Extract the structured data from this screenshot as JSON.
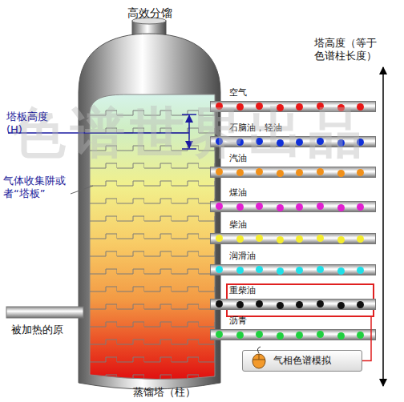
{
  "diagram": {
    "title": "高效分馏",
    "caption": "蒸馏塔（柱）",
    "nodes": [
      {
        "text": [
          "空气"
        ]
      },
      {
        "text": [
          "石脑油，轻油"
        ]
      },
      {
        "text": [
          "汽油"
        ]
      },
      {
        "text": [
          "煤油"
        ]
      },
      {
        "text": [
          "柴油"
        ]
      },
      {
        "text": [
          "润滑油"
        ]
      },
      {
        "text": [
          "重柴油"
        ]
      },
      {
        "text": [
          "沥青"
        ]
      },
      {
        "text": [
          "气相色谱模拟"
        ]
      }
    ],
    "edges": [
      {
        "from": 6,
        "to": 8,
        "arrow": "none"
      }
    ],
    "labels": [
      "色谱世界出品",
      "塔高度（等于色谱柱长度）",
      "塔板高度 (H)",
      "气体收集阱或者“塔板”",
      "被加热的原"
    ]
  }
}
